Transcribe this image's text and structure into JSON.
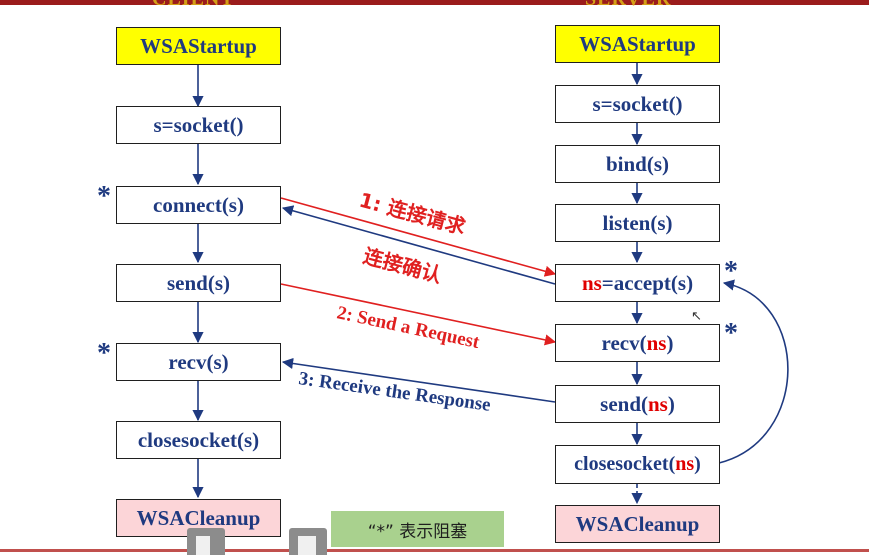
{
  "client": {
    "header": "CLIENT",
    "steps": {
      "startup": "WSAStartup",
      "socket": "s=socket()",
      "connect": "connect(s)",
      "send": "send(s)",
      "recv": "recv(s)",
      "closesocket": "closesocket(s)",
      "cleanup": "WSACleanup"
    }
  },
  "server": {
    "header": "SERVER",
    "steps": {
      "startup": "WSAStartup",
      "socket": "s=socket()",
      "bind": "bind(s)",
      "listen": "listen(s)",
      "accept_prefix": "ns",
      "accept_suffix": "=accept(s)",
      "recv_prefix": "recv(",
      "recv_ns": "ns",
      "recv_suffix": ")",
      "send_prefix": "send(",
      "send_ns": "ns",
      "send_suffix": ")",
      "close_prefix": "closesocket(",
      "close_ns": "ns",
      "close_suffix": ")",
      "cleanup": "WSACleanup"
    }
  },
  "messages": {
    "connect_request": "1:  连接请求",
    "connect_confirm": "连接确认",
    "send_request": "2: Send a Request",
    "receive_response": "3: Receive the Response"
  },
  "blocking_marker": "*",
  "note": "“*”  表示阻塞",
  "colors": {
    "client_server_text": "#1f3a80",
    "socket_var": "#e00000",
    "startup_fill": "#ffff00",
    "cleanup_fill": "#fcd5d8",
    "note_fill": "#a9d18e",
    "request_arrow": "#e02020",
    "response_arrow": "#1f3a80"
  }
}
